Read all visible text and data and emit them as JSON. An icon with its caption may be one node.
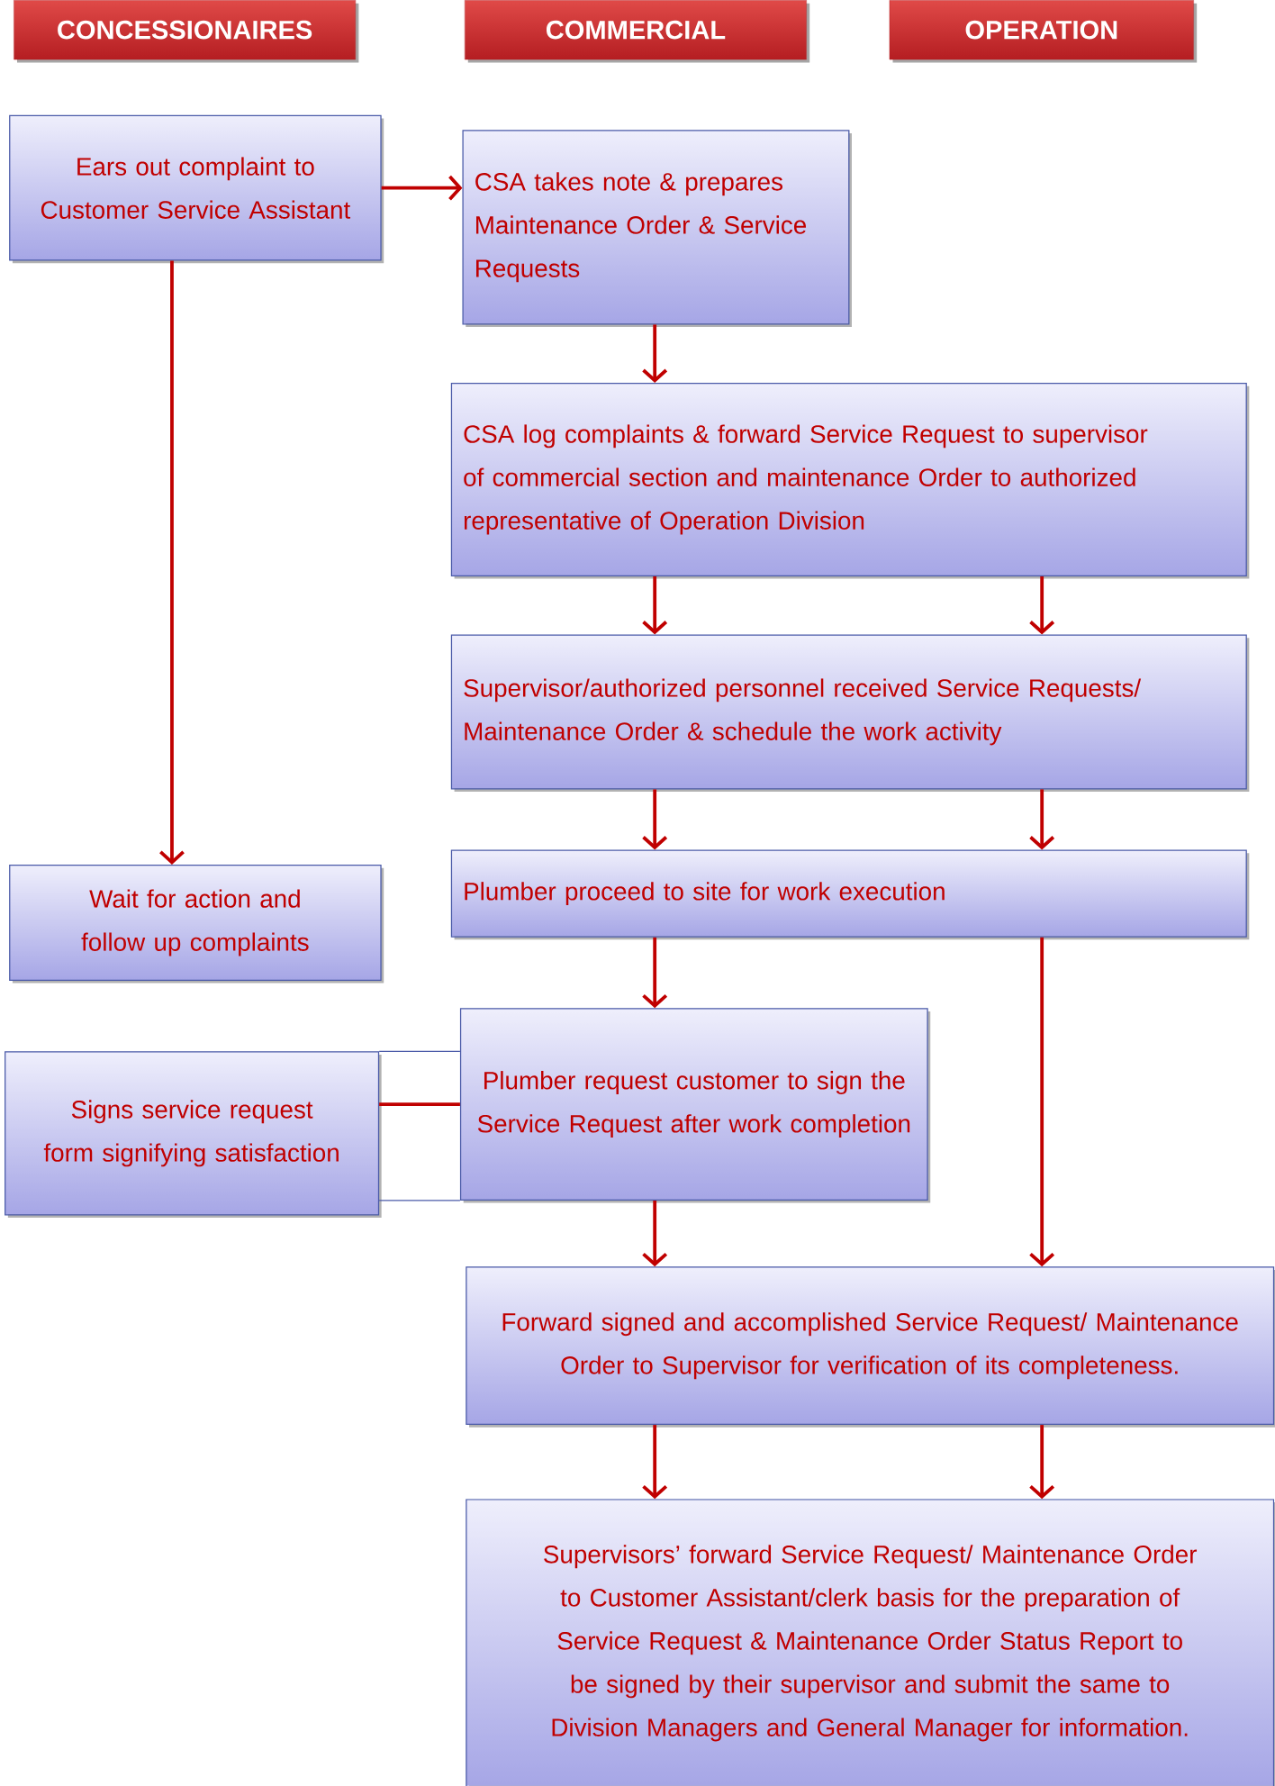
{
  "diagram": {
    "nodes": [
      {
        "text": [
          "CONCESSIONAIRES"
        ]
      },
      {
        "text": [
          "COMMERCIAL"
        ]
      },
      {
        "text": [
          "OPERATION"
        ]
      },
      {
        "text": [
          "Ears out complaint to Customer Service Assistant"
        ]
      },
      {
        "text": [
          "CSA takes note & prepares Maintenance Order & Service Requests"
        ]
      },
      {
        "text": [
          "CSA log complaints & forward Service Request to supervisor of commercial section and maintenance Order to authorized representative of Operation Division"
        ]
      },
      {
        "text": [
          "Supervisor/authorized personnel received Service Requests/ Maintenance Order & schedule the work activity"
        ]
      },
      {
        "text": [
          "Plumber proceed to site for work execution"
        ]
      },
      {
        "text": [
          "Wait for action and follow up complaints"
        ]
      },
      {
        "text": [
          "Signs service request form signifying satisfaction"
        ]
      },
      {
        "text": [
          "Plumber request customer to sign the Service Request after work completion"
        ]
      },
      {
        "text": [
          "Forward signed and accomplished Service Request/ Maintenance Order to Supervisor for verification of its completeness."
        ]
      },
      {
        "text": [
          "Supervisors’ forward Service Request/ Maintenance Order to Customer Assistant/clerk basis for the preparation of Service Request & Maintenance Order Status Report to be signed by their supervisor and submit the same to Division Managers and General Manager for information."
        ]
      }
    ],
    "edges": [
      {
        "from": 3,
        "to": 4,
        "arrow": "to"
      },
      {
        "from": 3,
        "to": 8,
        "arrow": "to"
      },
      {
        "from": 4,
        "to": 5,
        "arrow": "to"
      },
      {
        "from": 5,
        "to": 6,
        "arrow": "to"
      },
      {
        "from": 5,
        "to": 6,
        "arrow": "to"
      },
      {
        "from": 6,
        "to": 7,
        "arrow": "to"
      },
      {
        "from": 6,
        "to": 7,
        "arrow": "to"
      },
      {
        "from": 7,
        "to": 10,
        "arrow": "to"
      },
      {
        "from": 7,
        "to": 11,
        "arrow": "to"
      },
      {
        "from": 10,
        "to": 9,
        "arrow": "none"
      },
      {
        "from": 10,
        "to": 9,
        "arrow": "none",
        "color": "#4a5aa8"
      },
      {
        "from": 10,
        "to": 9,
        "arrow": "none",
        "color": "#4a5aa8"
      },
      {
        "from": 10,
        "to": 11,
        "arrow": "to"
      },
      {
        "from": 11,
        "to": 12,
        "arrow": "to"
      },
      {
        "from": 11,
        "to": 12,
        "arrow": "to"
      }
    ]
  }
}
